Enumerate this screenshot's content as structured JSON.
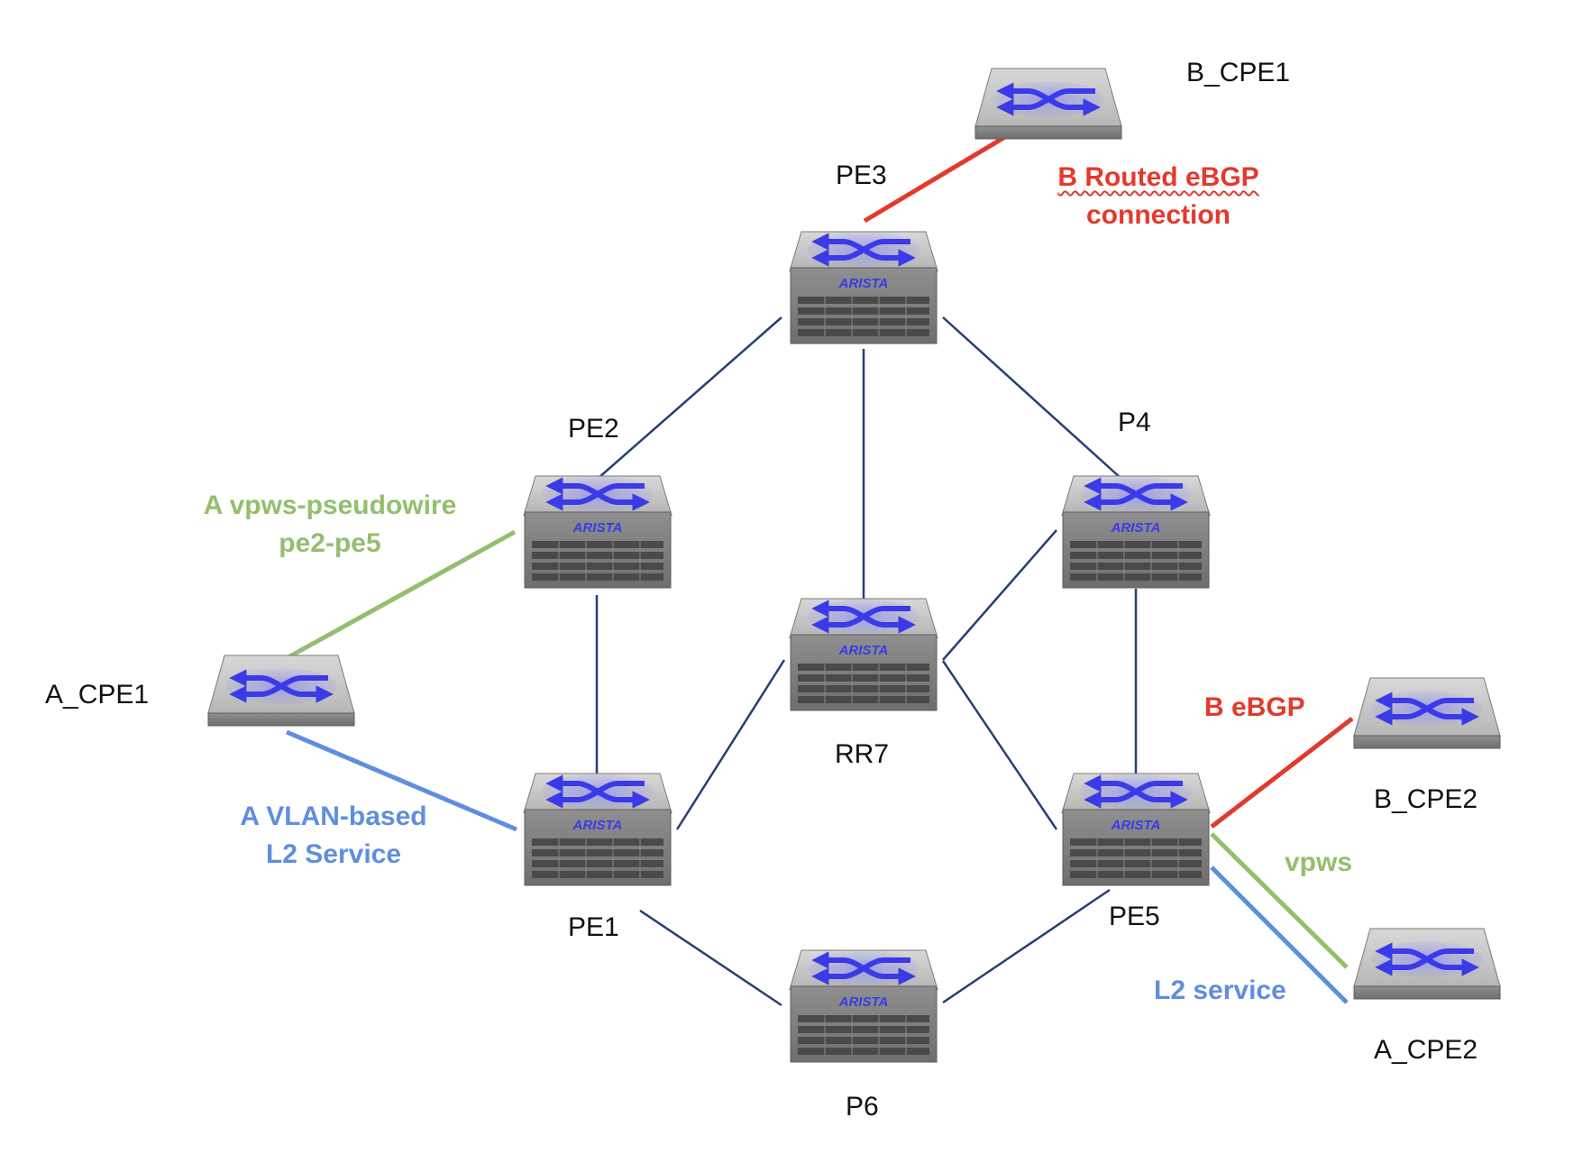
{
  "colors": {
    "background": "#ffffff",
    "core_link": "#283e75",
    "routed_ebgp": "#e23a2c",
    "vpws": "#93bf6e",
    "l2_service": "#5f8ee0",
    "switch_body": "#9a9a9a",
    "arrow": "#3a3ae8"
  },
  "devices": {
    "b_cpe1": {
      "label": "B_CPE1",
      "kind": "cpe"
    },
    "pe3": {
      "label": "PE3",
      "kind": "router",
      "brand": "ARISTA"
    },
    "pe2": {
      "label": "PE2",
      "kind": "router",
      "brand": "ARISTA"
    },
    "p4": {
      "label": "P4",
      "kind": "router",
      "brand": "ARISTA"
    },
    "rr7": {
      "label": "RR7",
      "kind": "router",
      "brand": "ARISTA"
    },
    "a_cpe1": {
      "label": "A_CPE1",
      "kind": "cpe"
    },
    "pe1": {
      "label": "PE1",
      "kind": "router",
      "brand": "ARISTA"
    },
    "pe5": {
      "label": "PE5",
      "kind": "router",
      "brand": "ARISTA"
    },
    "p6": {
      "label": "P6",
      "kind": "router",
      "brand": "ARISTA"
    },
    "b_cpe2": {
      "label": "B_CPE2",
      "kind": "cpe"
    },
    "a_cpe2": {
      "label": "A_CPE2",
      "kind": "cpe"
    }
  },
  "services": {
    "b_routed": {
      "line1": "B Routed eBGP",
      "line2": "connection"
    },
    "a_vpws": {
      "line1": "A vpws-pseudowire",
      "line2": "pe2-pe5"
    },
    "a_vlan": {
      "line1": "A VLAN-based",
      "line2": "L2 Service"
    },
    "b_ebgp": {
      "line1": "B eBGP"
    },
    "vpws": {
      "line1": "vpws"
    },
    "l2": {
      "line1": "L2 service"
    }
  },
  "links": [
    {
      "from": "PE3",
      "to": "B_CPE1",
      "type": "routed_ebgp"
    },
    {
      "from": "PE3",
      "to": "PE2",
      "type": "core"
    },
    {
      "from": "PE3",
      "to": "RR7",
      "type": "core"
    },
    {
      "from": "PE3",
      "to": "P4",
      "type": "core"
    },
    {
      "from": "PE2",
      "to": "PE1",
      "type": "core"
    },
    {
      "from": "PE2",
      "to": "A_CPE1",
      "type": "vpws"
    },
    {
      "from": "A_CPE1",
      "to": "PE1",
      "type": "l2_service"
    },
    {
      "from": "PE1",
      "to": "RR7",
      "type": "core"
    },
    {
      "from": "PE1",
      "to": "P6",
      "type": "core"
    },
    {
      "from": "RR7",
      "to": "P4",
      "type": "core"
    },
    {
      "from": "RR7",
      "to": "PE5",
      "type": "core"
    },
    {
      "from": "P4",
      "to": "PE5",
      "type": "core"
    },
    {
      "from": "P6",
      "to": "PE5",
      "type": "core"
    },
    {
      "from": "PE5",
      "to": "B_CPE2",
      "type": "routed_ebgp"
    },
    {
      "from": "PE5",
      "to": "A_CPE2",
      "type": "vpws"
    },
    {
      "from": "PE5",
      "to": "A_CPE2",
      "type": "l2_service"
    }
  ]
}
